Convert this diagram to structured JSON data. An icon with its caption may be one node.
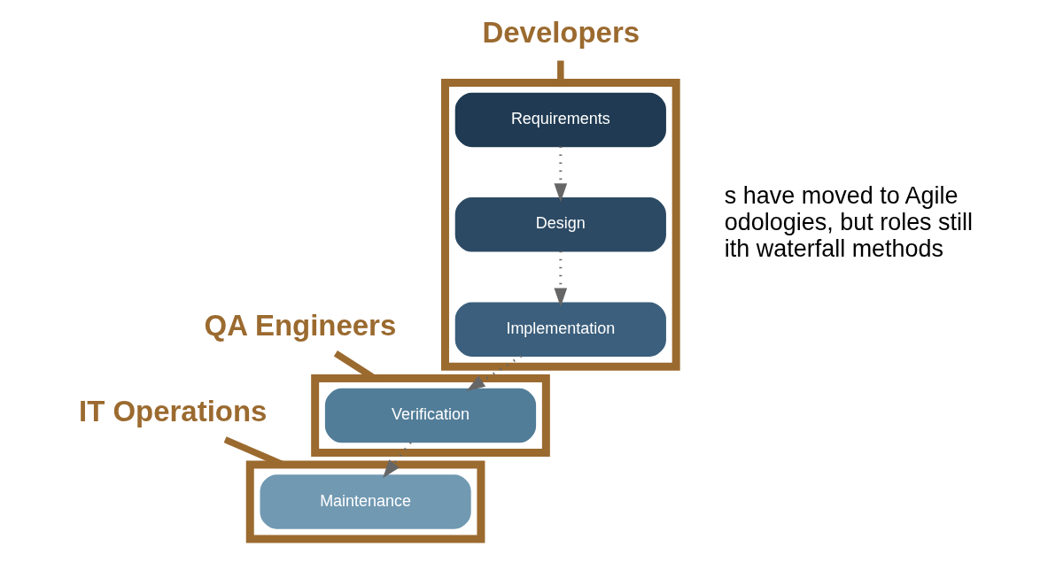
{
  "diagram": {
    "nodes": [
      {
        "text": [],
        "shape": "box"
      },
      {
        "text": [
          "Requirements"
        ],
        "in": 0
      },
      {
        "text": [
          "Design"
        ],
        "in": 0
      },
      {
        "text": [
          "Implementation"
        ],
        "in": 0
      },
      {
        "text": [],
        "shape": "box"
      },
      {
        "text": [
          "Verification"
        ],
        "in": 4
      },
      {
        "text": [],
        "shape": "box"
      },
      {
        "text": [
          "Maintenance"
        ],
        "in": 6
      },
      {
        "text": [
          "Developers"
        ]
      },
      {
        "text": [
          "QA Engineers"
        ]
      },
      {
        "text": [
          "IT Operations"
        ]
      }
    ],
    "edges": [
      {
        "from": 1,
        "to": 2,
        "arrow": "to",
        "style": "dashed"
      },
      {
        "from": 2,
        "to": 3,
        "arrow": "to",
        "style": "dashed"
      },
      {
        "from": 3,
        "to": 5,
        "arrow": "to",
        "style": "dashed"
      },
      {
        "from": 5,
        "to": 7,
        "arrow": "to",
        "style": "dashed"
      },
      {
        "from": 8,
        "to": 0,
        "arrow": "none",
        "style": "thick",
        "color": "#9b6a2f"
      },
      {
        "from": 9,
        "to": 4,
        "arrow": "none",
        "style": "thick",
        "color": "#9b6a2f"
      },
      {
        "from": 10,
        "to": 6,
        "arrow": "none",
        "style": "thick",
        "color": "#9b6a2f"
      }
    ],
    "labels": [
      "s have moved to Agile odologies, but roles still ith waterfall methods"
    ]
  }
}
